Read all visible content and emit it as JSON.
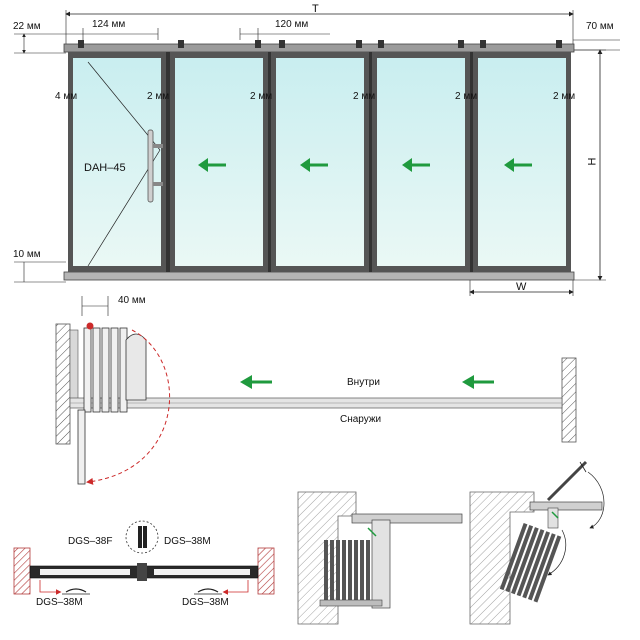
{
  "colors": {
    "glass_top": "#c9eef0",
    "glass_bottom": "#eaf8f5",
    "frame": "#4a4a4a",
    "arrow": "#1f9a3e",
    "wall_hatch": "#555555",
    "wall_red": "#b23a3a",
    "swing": "#cc2a2a"
  },
  "elevation": {
    "dims": {
      "total_width": "T",
      "height": "H",
      "panel_width": "W",
      "left_offset": "22 мм",
      "top_gap": "124 мм",
      "mid_gap": "120 мм",
      "right_offset": "70 мм",
      "bottom_gap": "10 мм",
      "left_joint": "4 мм",
      "joint_1": "2 мм",
      "joint_2": "2 мм",
      "joint_3": "2 мм",
      "joint_4": "2 мм",
      "joint_5": "2 мм"
    },
    "handle_label": "DAH–45",
    "panel_count": 5,
    "arrow_icon": "arrow-left-icon"
  },
  "plan": {
    "stack_dim": "40 мм",
    "inside": "Внутри",
    "outside": "Снаружи"
  },
  "profiles": {
    "male_female": "DGS–38F",
    "male_top": "DGS–38M",
    "bottom_left": "DGS–38M",
    "bottom_right": "DGS–38M"
  }
}
